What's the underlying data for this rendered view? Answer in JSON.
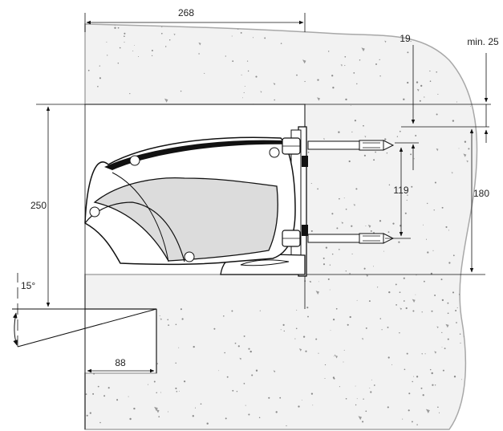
{
  "dimensions": {
    "width_top": "268",
    "offset_19": "19",
    "min_25": "min. 25",
    "height_250": "250",
    "spacing_119": "119",
    "height_180": "180",
    "angle_15": "15°",
    "width_88": "88"
  },
  "colors": {
    "concrete_fill": "#f2f2f2",
    "concrete_edge": "#a8a8a8",
    "ink": "#111111",
    "housing": "#ffffff"
  }
}
